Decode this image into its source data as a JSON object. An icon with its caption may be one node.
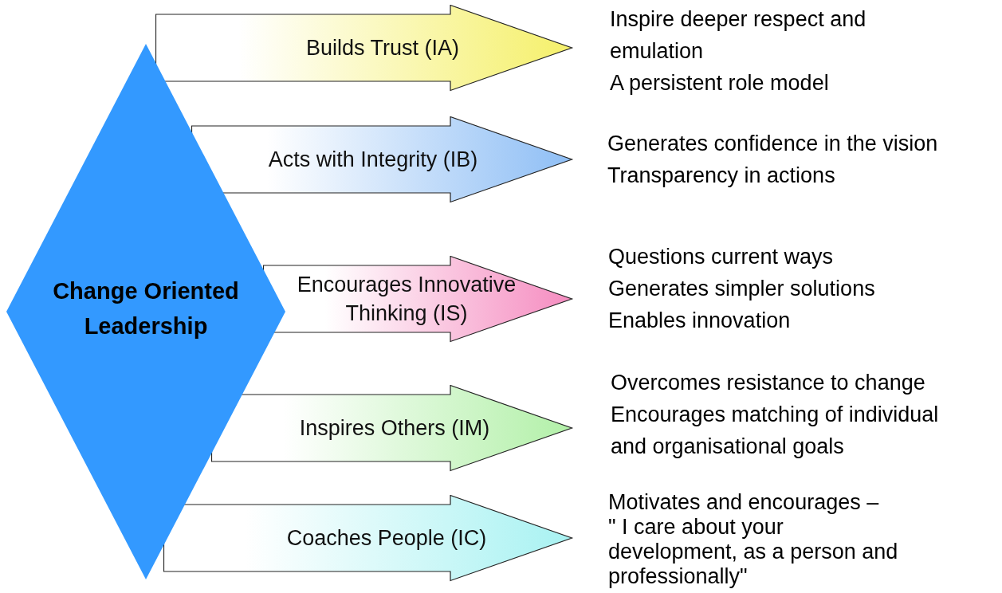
{
  "diagram": {
    "nodes": [
      {
        "text": [
          "Change Oriented Leadership"
        ]
      },
      {
        "text": [
          "Builds Trust (IA)"
        ],
        "beside": [
          "Inspire deeper respect and emulation",
          "A persistent role model"
        ]
      },
      {
        "text": [
          "Acts with Integrity (IB)"
        ],
        "beside": [
          "Generates confidence in the vision",
          "Transparency in actions"
        ]
      },
      {
        "text": [
          "Encourages Innovative Thinking (IS)"
        ],
        "beside": [
          "Questions current ways",
          "Generates simpler solutions",
          "Enables innovation"
        ]
      },
      {
        "text": [
          "Inspires Others (IM)"
        ],
        "beside": [
          "Overcomes resistance to change",
          "Encourages matching of individual and organisational goals"
        ]
      },
      {
        "text": [
          "Coaches People (IC)"
        ],
        "beside": [
          "Motivates and encourages –",
          "\" I care about your development, as a person and professionally\""
        ]
      }
    ]
  }
}
